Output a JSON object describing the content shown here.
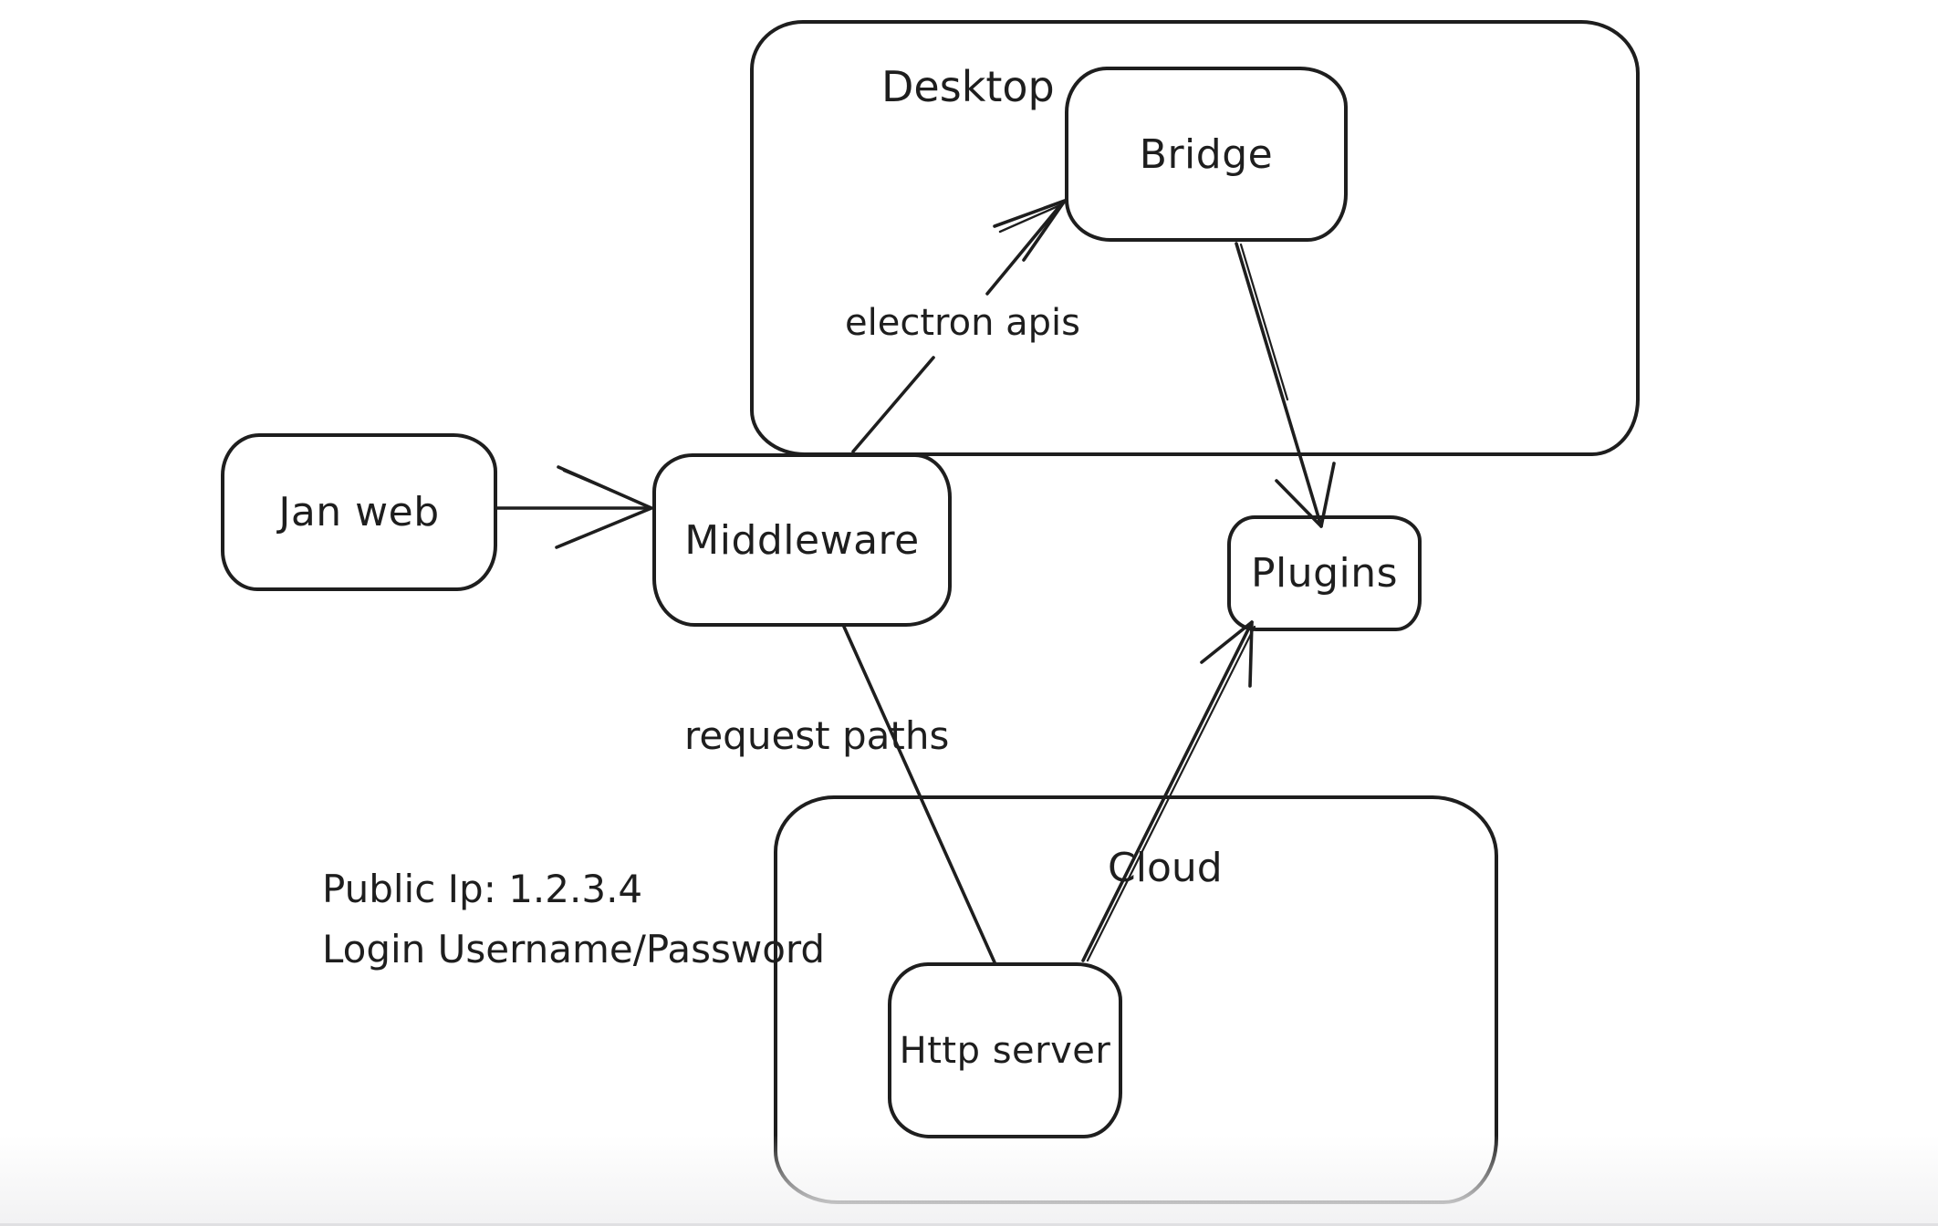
{
  "canvas": {
    "background": "#ffffff",
    "stroke": "#1e1e1e",
    "bottom_fade": "#f2f2f3"
  },
  "containers": {
    "desktop": {
      "label": "Desktop"
    },
    "cloud": {
      "label": "Cloud"
    }
  },
  "nodes": {
    "jan_web": {
      "label": "Jan web"
    },
    "middleware": {
      "label": "Middleware"
    },
    "bridge": {
      "label": "Bridge"
    },
    "plugins": {
      "label": "Plugins"
    },
    "http_server": {
      "label": "Http server"
    }
  },
  "edge_labels": {
    "electron_apis": "electron apis",
    "request_paths": "request paths"
  },
  "notes": {
    "public_ip": "Public Ip: 1.2.3.4",
    "login": "Login Username/Password"
  }
}
